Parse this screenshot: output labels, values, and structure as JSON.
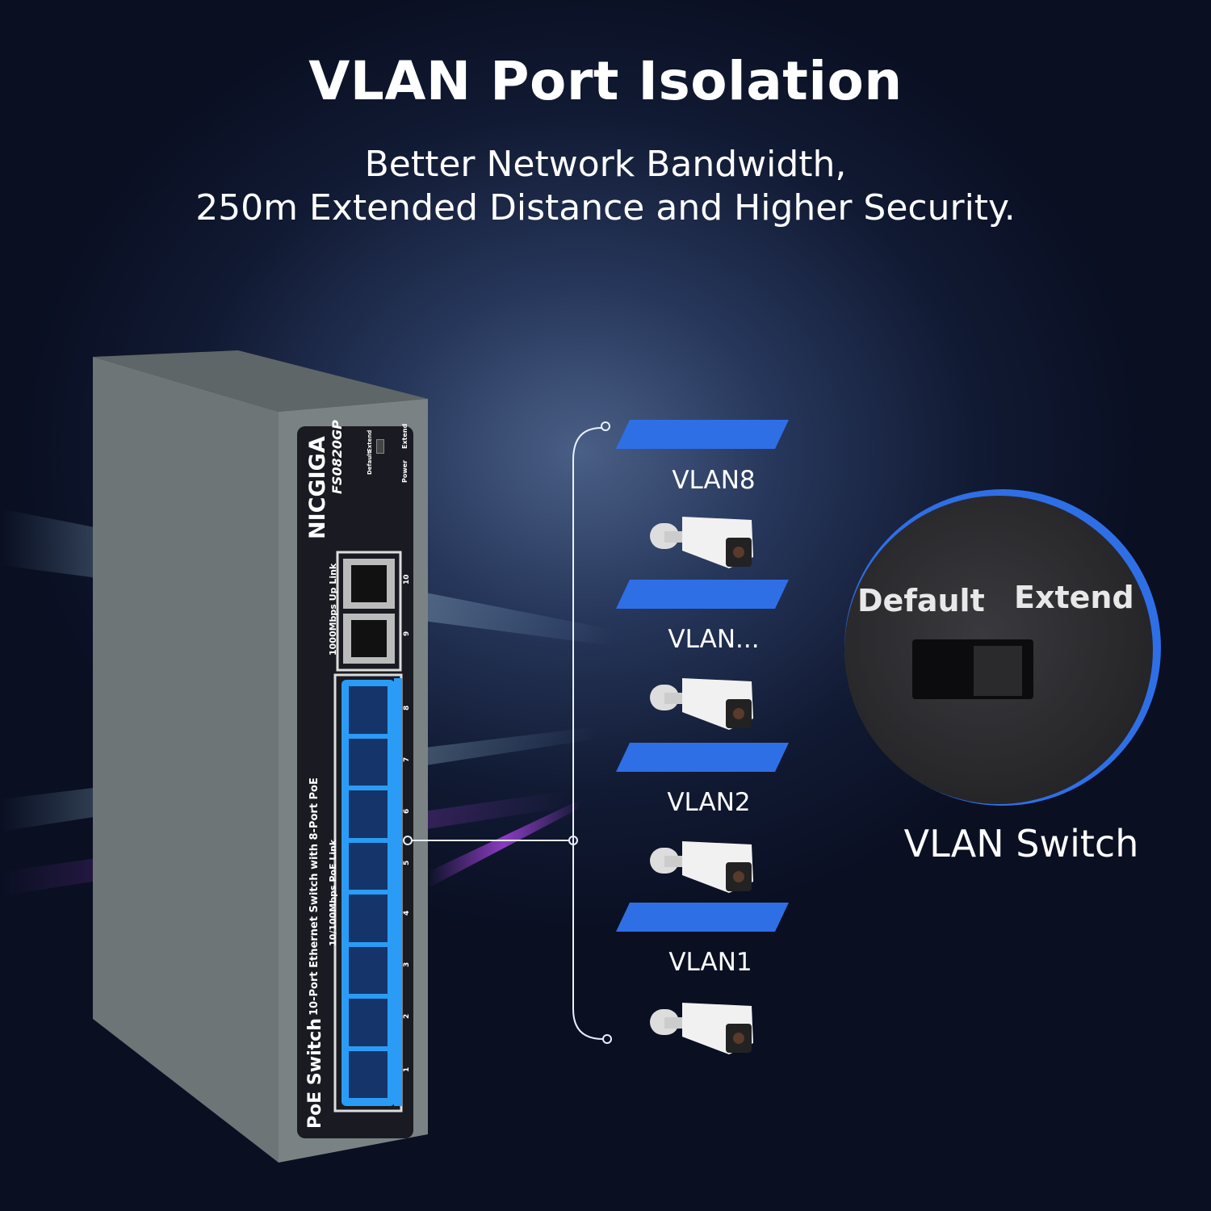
{
  "header": {
    "title": "VLAN Port Isolation",
    "subtitle_line1": "Better Network Bandwidth,",
    "subtitle_line2": "250m Extended Distance and Higher Security."
  },
  "device": {
    "brand": "NICGIGA",
    "model": "FS0820GP",
    "switch_labels": [
      "Default",
      "Extend"
    ],
    "led_labels": [
      "Power",
      "Extend"
    ],
    "uplink_label": "1000Mbps  Up Link",
    "poe_label": "10/100Mbps  PoE Link",
    "product_type": "PoE Switch",
    "description": "10-Port Ethernet Switch with 8-Port PoE",
    "port_numbers": [
      "1",
      "2",
      "3",
      "4",
      "5",
      "6",
      "7",
      "8",
      "9",
      "10"
    ]
  },
  "vlans": [
    {
      "label": "VLAN8"
    },
    {
      "label": "VLAN..."
    },
    {
      "label": "VLAN2"
    },
    {
      "label": "VLAN1"
    }
  ],
  "closeup": {
    "left_label": "Default",
    "right_label": "Extend",
    "caption": "VLAN Switch"
  },
  "colors": {
    "accent_blue": "#2f6fe6",
    "port_blue": "#2a9cf5"
  }
}
